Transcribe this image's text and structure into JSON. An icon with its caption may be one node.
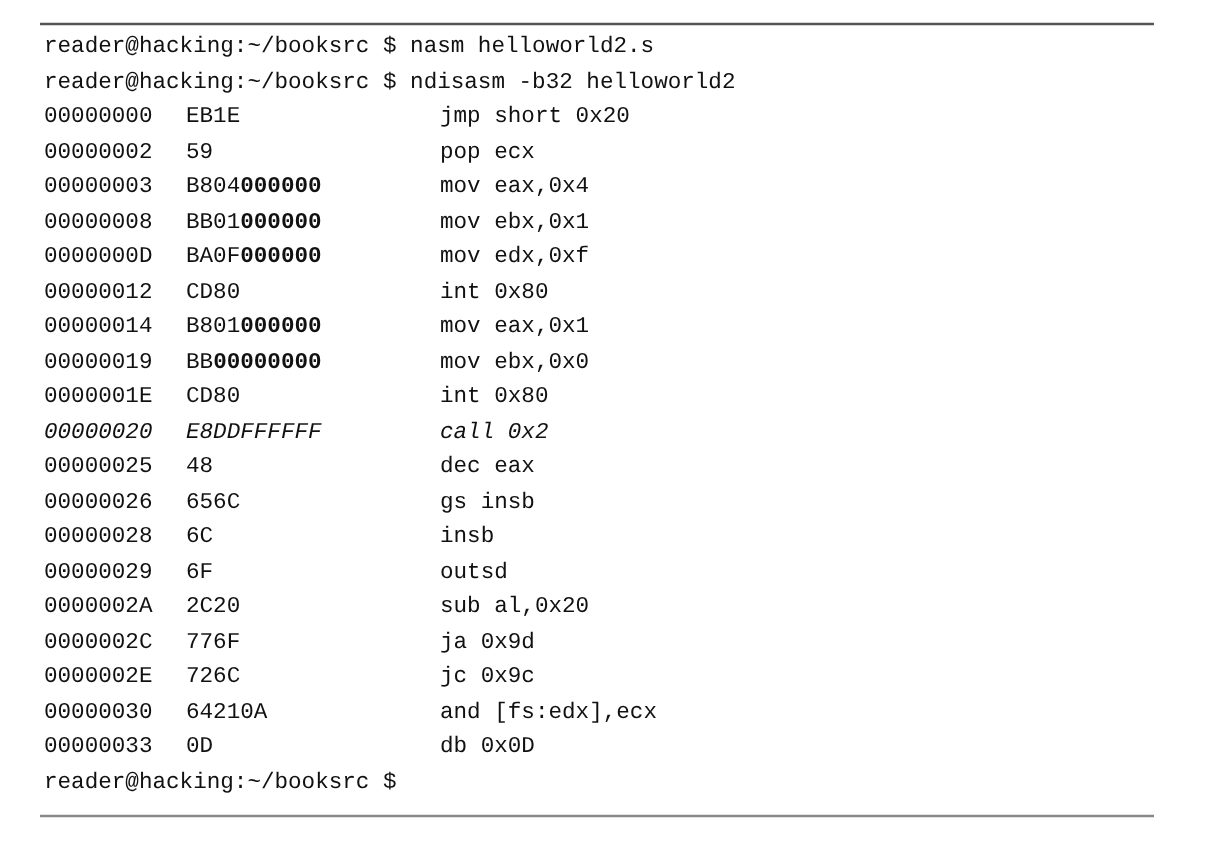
{
  "diagram": {
    "labels": [
      "reader@hacking:~/booksrc $ nasm helloworld2.s",
      "reader@hacking:~/booksrc $ ndisasm -b32 helloworld2",
      "00000000",
      "EB1E",
      "jmp short 0x20",
      "00000002",
      "59",
      "pop ecx",
      "00000003",
      "B804**000000**",
      "mov eax,0x4",
      "00000008",
      "BB01**000000**",
      "mov ebx,0x1",
      "0000000D",
      "BA0F**000000**",
      "mov edx,0xf",
      "00000012",
      "CD80",
      "int 0x80",
      "00000014",
      "B801**000000**",
      "mov eax,0x1",
      "00000019",
      "BB**00000000**",
      "mov ebx,0x0",
      "0000001E",
      "CD80",
      "int 0x80",
      "*00000020*",
      "*E8DDFFFFFF*",
      "*call 0x2*",
      "00000025",
      "48",
      "dec eax",
      "00000026",
      "656C",
      "gs insb",
      "00000028",
      "6C",
      "insb",
      "00000029",
      "6F",
      "outsd",
      "0000002A",
      "2C20",
      "sub al,0x20",
      "0000002C",
      "776F",
      "ja 0x9d",
      "0000002E",
      "726C",
      "jc 0x9c",
      "00000030",
      "64210A",
      "and [fs:edx],ecx",
      "00000033",
      "0D",
      "db 0x0D",
      "reader@hacking:~/booksrc $"
    ]
  }
}
